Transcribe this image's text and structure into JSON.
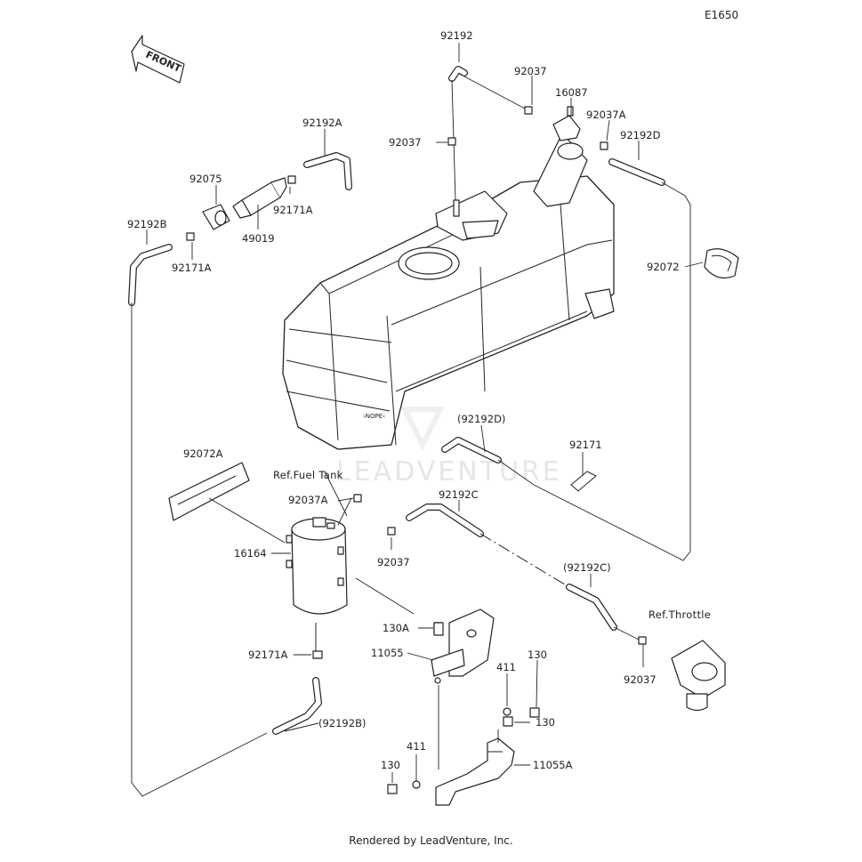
{
  "diagram_code": "E1650",
  "front_label": "FRONT",
  "watermark": "LEADVENTURE",
  "footer": "Rendered by LeadVenture, Inc.",
  "refs": {
    "fuel_tank": "Ref.Fuel Tank",
    "throttle": "Ref.Throttle"
  },
  "parts": {
    "p92192": "92192",
    "p92037_top": "92037",
    "p16087": "16087",
    "p92037A_top": "92037A",
    "p92192D": "92192D",
    "p92037_left": "92037",
    "p92192A": "92192A",
    "p92075": "92075",
    "p92171A_a": "92171A",
    "p49019": "49019",
    "p92192B": "92192B",
    "p92171A_b": "92171A",
    "p92072": "92072",
    "p92192D_ref": "(92192D)",
    "p92171": "92171",
    "p92072A": "92072A",
    "p92037A_mid": "92037A",
    "p92192C": "92192C",
    "p92037_mid": "92037",
    "p16164": "16164",
    "p92192C_ref": "(92192C)",
    "p130A": "130A",
    "p11055": "11055",
    "p411_a": "411",
    "p130_a": "130",
    "p92171A_c": "92171A",
    "p92037_right": "92037",
    "p130_b": "130",
    "p92192B_ref": "(92192B)",
    "p411_b": "411",
    "p130_c": "130",
    "p11055A": "11055A"
  }
}
